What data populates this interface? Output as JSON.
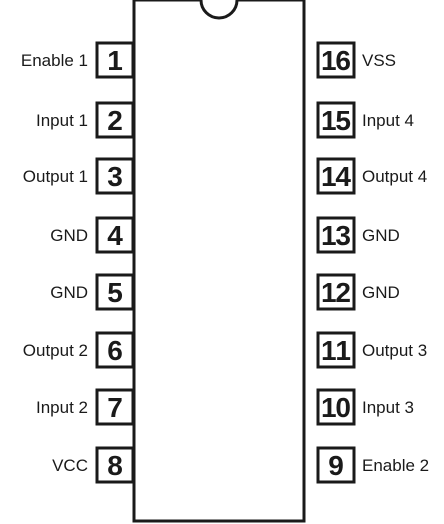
{
  "colors": {
    "stroke": "#1a1a1a",
    "background": "#ffffff"
  },
  "left_pins": [
    {
      "number": "1",
      "label": "Enable 1"
    },
    {
      "number": "2",
      "label": "Input 1"
    },
    {
      "number": "3",
      "label": "Output 1"
    },
    {
      "number": "4",
      "label": "GND"
    },
    {
      "number": "5",
      "label": "GND"
    },
    {
      "number": "6",
      "label": "Output 2"
    },
    {
      "number": "7",
      "label": "Input 2"
    },
    {
      "number": "8",
      "label": "VCC"
    }
  ],
  "right_pins": [
    {
      "number": "16",
      "label": "VSS"
    },
    {
      "number": "15",
      "label": "Input 4"
    },
    {
      "number": "14",
      "label": "Output 4"
    },
    {
      "number": "13",
      "label": "GND"
    },
    {
      "number": "12",
      "label": "GND"
    },
    {
      "number": "11",
      "label": "Output 3"
    },
    {
      "number": "10",
      "label": "Input 3"
    },
    {
      "number": "9",
      "label": "Enable 2"
    }
  ]
}
